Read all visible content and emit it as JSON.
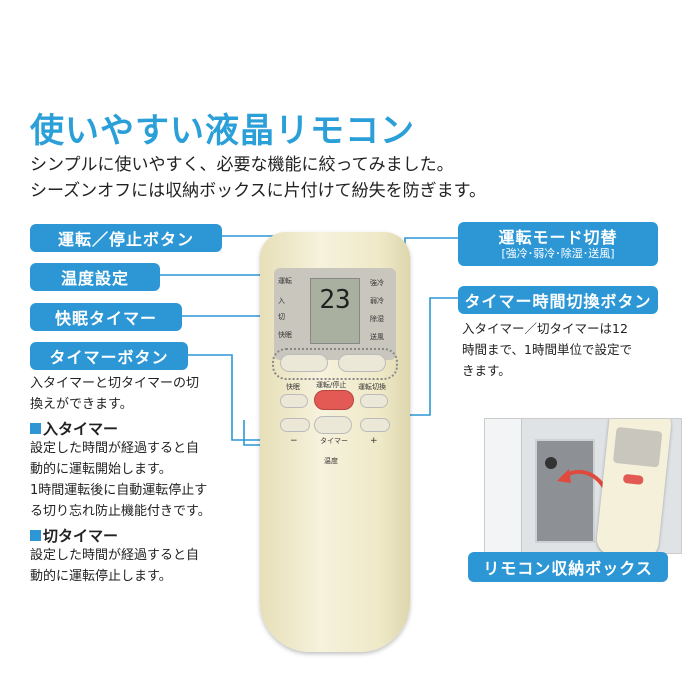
{
  "title": "使いやすい液晶リモコン",
  "subtitle_lines": [
    "シンプルに使いやすく、必要な機能に絞ってみました。",
    "シーズンオフには収納ボックスに片付けて紛失を防ぎます。"
  ],
  "left_labels": {
    "power": "運転／停止ボタン",
    "temp": "温度設定",
    "sleep": "快眠タイマー",
    "timer": "タイマーボタン"
  },
  "timer_desc": [
    "入タイマーと切タイマーの切",
    "換えができます。"
  ],
  "on_timer": {
    "header": "入タイマー",
    "lines": [
      "設定した時間が経過すると自",
      "動的に運転開始します。",
      "1時間運転後に自動運転停止す",
      "る切り忘れ防止機能付きです。"
    ]
  },
  "off_timer": {
    "header": "切タイマー",
    "lines": [
      "設定した時間が経過すると自",
      "動的に運転停止します。"
    ]
  },
  "right_labels": {
    "mode": "運転モード切替",
    "mode_sub": "[強冷･弱冷･除湿･送風]",
    "timer_switch": "タイマー時間切換ボタン",
    "storage": "リモコン収納ボックス"
  },
  "timer_switch_desc": [
    "入タイマー／切タイマーは12",
    "時間まで、1時間単位で設定で",
    "きます。"
  ],
  "remote": {
    "lcd_value": "23",
    "lcd_left": [
      "運転",
      "入",
      "切",
      "快眠"
    ],
    "lcd_right": [
      "強冷",
      "弱冷",
      "除湿",
      "送風"
    ],
    "btn_labels": [
      "快眠",
      "運転/停止",
      "運転切換",
      "タイマー",
      "−",
      "+",
      "温度"
    ]
  },
  "colors": {
    "accent": "#2d97d6",
    "title": "#2a9fd8",
    "power_button": "#e35a55"
  }
}
